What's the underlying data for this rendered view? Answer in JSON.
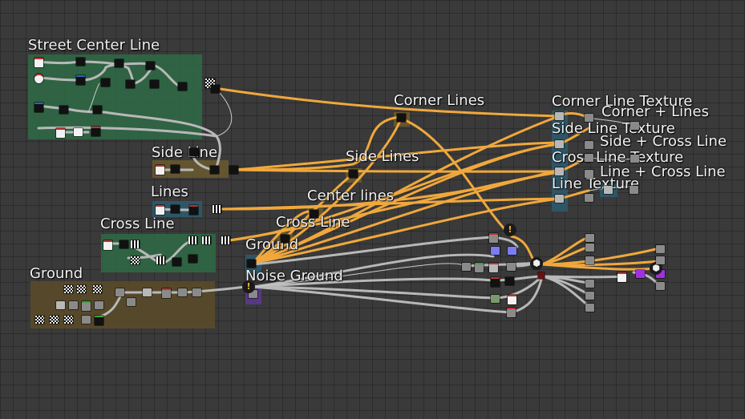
{
  "frames": {
    "street_center_line": "Street Center Line",
    "side_line": "Side Line",
    "lines": "Lines",
    "cross_line": "Cross Line",
    "ground": "Ground"
  },
  "labels": {
    "corner_lines": "Corner Lines",
    "side_lines": "Side Lines",
    "center_lines": "Center lines",
    "cross_line": "Cross Line",
    "ground": "Ground",
    "noise_ground": "Noise Ground",
    "corner_line_texture": "Corner Line Texture",
    "corner_plus_lines": "Corner +  Lines",
    "side_line_texture": "Side  Line Texture",
    "side_plus_cross_line": "Side + Cross Line",
    "cross_line_texture": "Cross Line Texture",
    "line_plus_cross_line": "Line + Cross Line",
    "line_texture": "Line Texture"
  },
  "icons": {
    "warning": "warning-icon",
    "output": "output-icon",
    "link": "link-icon"
  },
  "colors": {
    "background": "#3a3a3a",
    "link_orange": "#f0a83c",
    "link_gray": "#a8a8a8",
    "frame_green": "#2e6b45",
    "frame_olive": "#6b5a2e",
    "frame_teal": "#2e5a6b",
    "frame_brown": "#5a4a2a"
  }
}
